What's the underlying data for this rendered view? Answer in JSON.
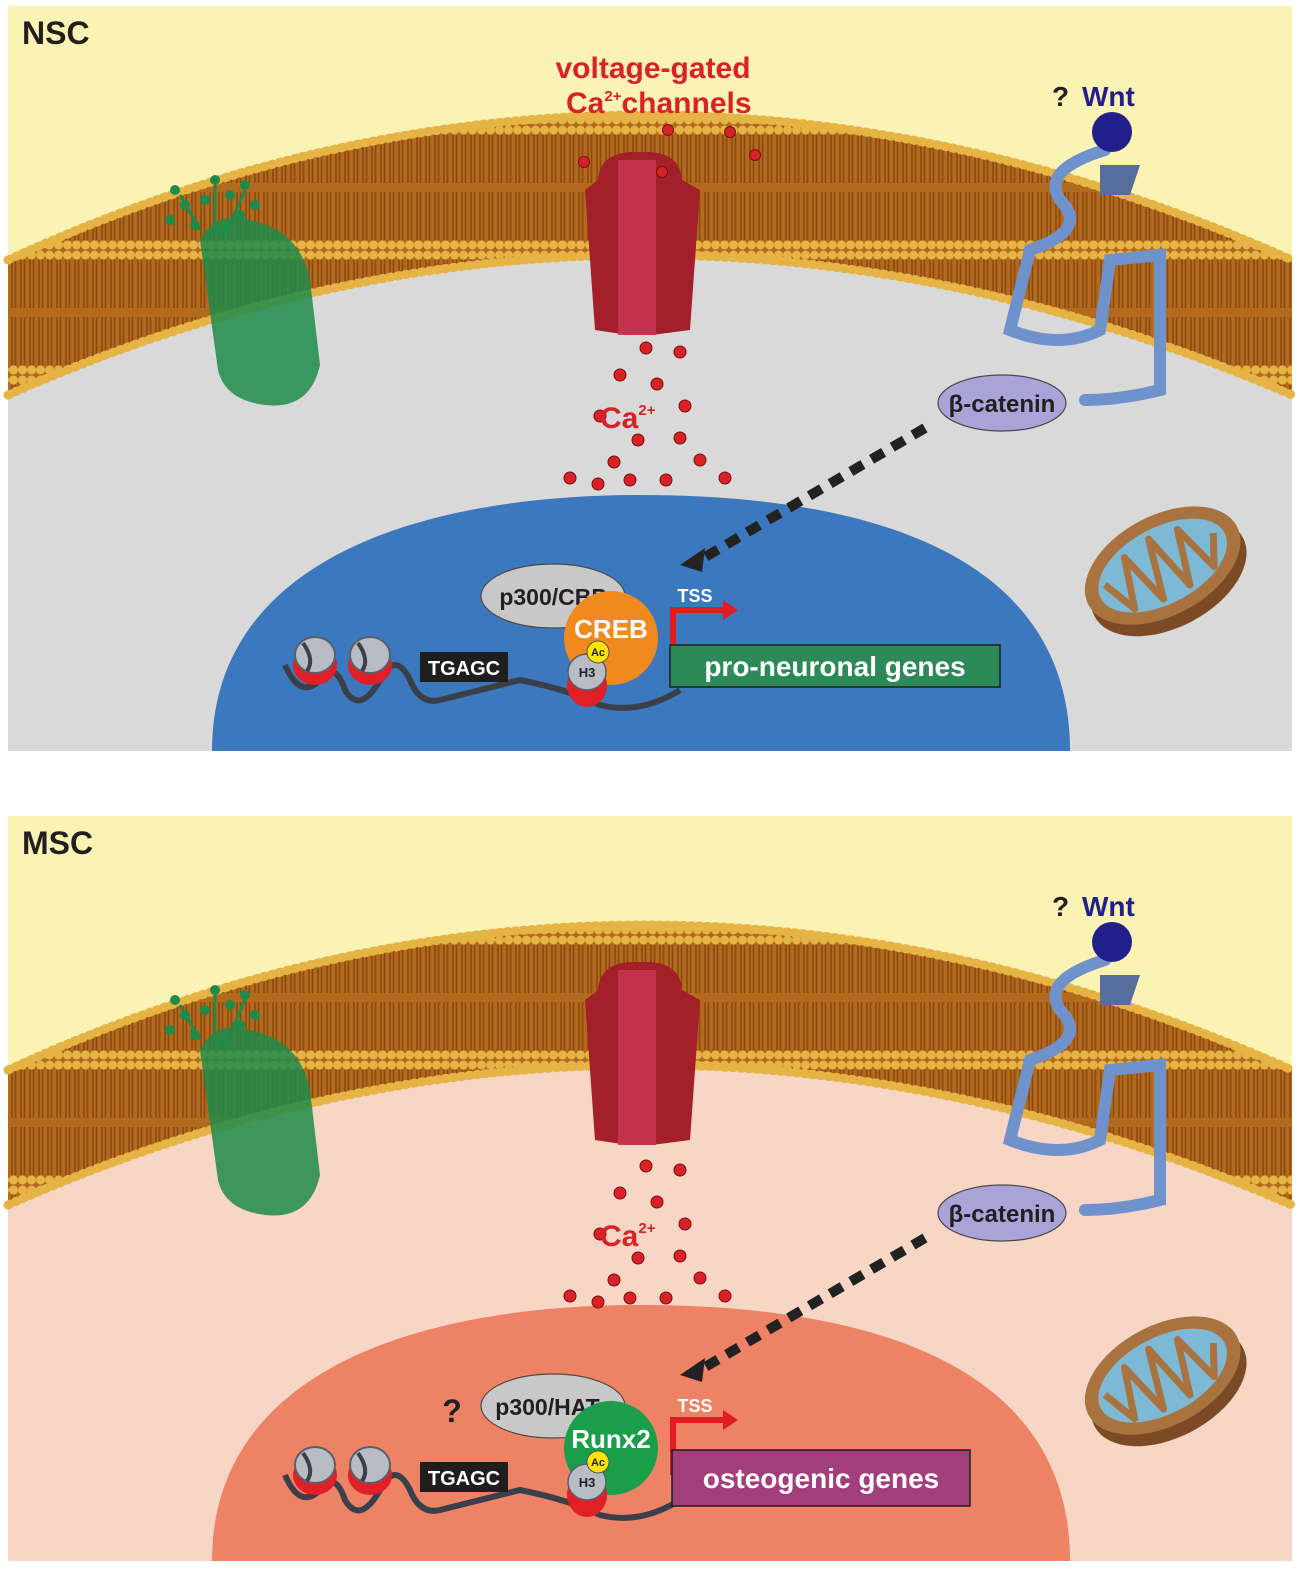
{
  "colors": {
    "extracellular": "#fbf3b3",
    "nsc_cytoplasm": "#d9d9d9",
    "msc_cytoplasm": "#f8d6c6",
    "nsc_nucleus": "#3b78bd",
    "msc_nucleus": "#ee8265",
    "membrane_head": "#e6b445",
    "membrane_tail": "#a65c17",
    "calcium_channel": "#a31f2a",
    "calcium_ion": "#d92128",
    "wnt": "#21208a",
    "receptor": "#6f92cc",
    "beta_catenin": "#a9a3d8",
    "glycoprotein": "#1e8b4a",
    "creb": "#f08a1c",
    "runx2": "#1a9e49",
    "pro_neuronal_box": "#2c8a59",
    "osteogenic_box": "#a33e7d",
    "tss_arrow": "#e21c23",
    "mitochondrion": "#7c4a25",
    "mito_cristae": "#7db8d4",
    "text_dark": "#231f20",
    "label_red": "#d92128",
    "label_wnt": "#21208a"
  },
  "panels": [
    {
      "cell_label": "NSC",
      "channel_label_line1": "voltage-gated",
      "channel_label_ca": "Ca",
      "channel_label_sup": "2+",
      "channel_label_rest": "channels",
      "ca_label": "Ca",
      "ca_sup": "2+",
      "wnt_question": "?",
      "wnt_label": "Wnt",
      "beta_catenin_label": "β-catenin",
      "coactivator_question": "",
      "coactivator_label": "p300/CBP",
      "tf_label": "CREB",
      "ac_label": "Ac",
      "h3_label": "H3",
      "motif_label": "TGAGC",
      "tss_label": "TSS",
      "genes_label": "pro-neuronal genes"
    },
    {
      "cell_label": "MSC",
      "channel_label_line1": "",
      "channel_label_ca": "",
      "channel_label_sup": "",
      "channel_label_rest": "",
      "ca_label": "Ca",
      "ca_sup": "2+",
      "wnt_question": "?",
      "wnt_label": "Wnt",
      "beta_catenin_label": "β-catenin",
      "coactivator_question": "?",
      "coactivator_label": "p300/HATs",
      "tf_label": "Runx2",
      "ac_label": "Ac",
      "h3_label": "H3",
      "motif_label": "TGAGC",
      "tss_label": "TSS",
      "genes_label": "osteogenic genes"
    }
  ]
}
